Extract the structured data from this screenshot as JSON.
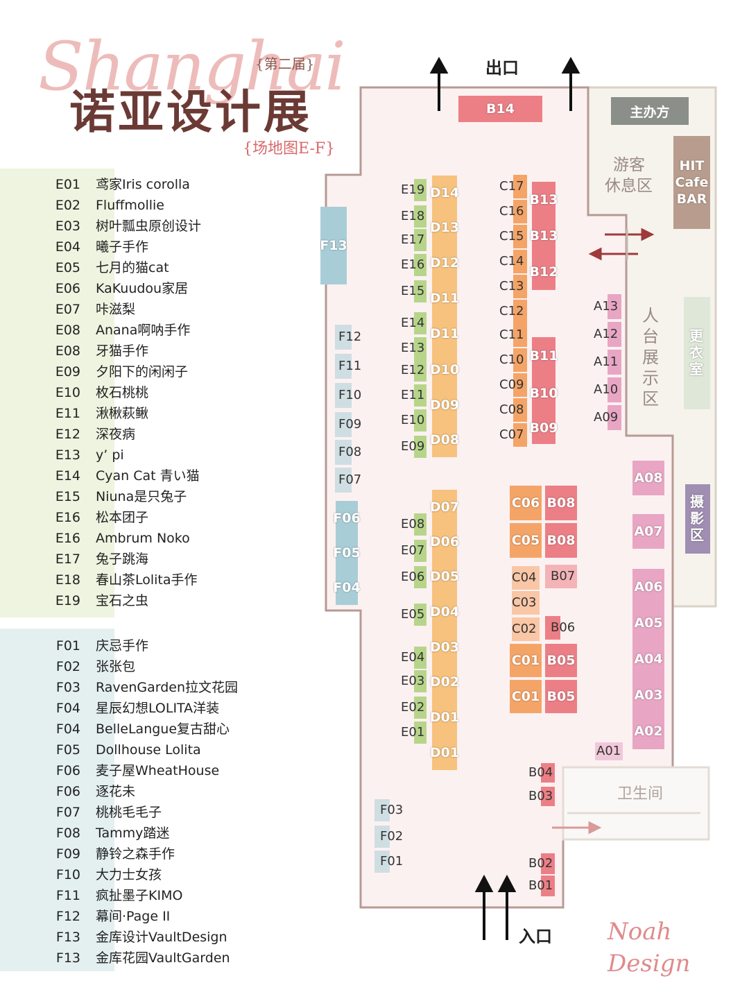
{
  "header": {
    "script_title": "Shanghai",
    "main_title": "诺亚设计展",
    "edition": "{第二届}",
    "subtitle": "{场地图E-F}"
  },
  "map": {
    "exit": "出口",
    "entrance": "入口",
    "organizer": "主办方",
    "lounge_1": "游客",
    "lounge_2": "休息区",
    "bar_1": "HIT",
    "bar_2": "Cafe",
    "bar_3": "BAR",
    "stage": "人台展示区",
    "fitting": "更衣室",
    "photo": "摄影区",
    "restroom": "卫生间"
  },
  "brand": {
    "logo_text": "Noah Design"
  },
  "legend_e": [
    {
      "code": "E01",
      "name": "鸢家Iris corolla"
    },
    {
      "code": "E02",
      "name": "Fluffmollie"
    },
    {
      "code": "E03",
      "name": "树叶瓢虫原创设计"
    },
    {
      "code": "E04",
      "name": "曦子手作"
    },
    {
      "code": "E05",
      "name": "七月的猫cat"
    },
    {
      "code": "E06",
      "name": "KaKuudou家居"
    },
    {
      "code": "E07",
      "name": "咔滋梨"
    },
    {
      "code": "E08",
      "name": "Anana啊呐手作"
    },
    {
      "code": "E08",
      "name": "牙猫手作"
    },
    {
      "code": "E09",
      "name": "夕阳下的闲闲子"
    },
    {
      "code": "E10",
      "name": "枚石桃桃"
    },
    {
      "code": "E11",
      "name": "湫楸萩鳅"
    },
    {
      "code": "E12",
      "name": "深夜病"
    },
    {
      "code": "E13",
      "name": "y’ pi"
    },
    {
      "code": "E14",
      "name": "Cyan Cat 青い猫"
    },
    {
      "code": "E15",
      "name": "Niuna是只兔子"
    },
    {
      "code": "E16",
      "name": "松本团子"
    },
    {
      "code": "E16",
      "name": "Ambrum Noko"
    },
    {
      "code": "E17",
      "name": "兔子跳海"
    },
    {
      "code": "E18",
      "name": "春山茶Lolita手作"
    },
    {
      "code": "E19",
      "name": "宝石之虫"
    }
  ],
  "legend_f": [
    {
      "code": "F01",
      "name": "庆忌手作"
    },
    {
      "code": "F02",
      "name": "张张包"
    },
    {
      "code": "F03",
      "name": "RavenGarden拉文花园"
    },
    {
      "code": "F04",
      "name": "星辰幻想LOLITA洋装"
    },
    {
      "code": "F04",
      "name": "BelleLangue复古甜心"
    },
    {
      "code": "F05",
      "name": "Dollhouse Lolita"
    },
    {
      "code": "F06",
      "name": "麦子屋WheatHouse"
    },
    {
      "code": "F06",
      "name": "逐花未"
    },
    {
      "code": "F07",
      "name": "桃桃毛毛子"
    },
    {
      "code": "F08",
      "name": "Tammy踏迷"
    },
    {
      "code": "F09",
      "name": "静铃之森手作"
    },
    {
      "code": "F10",
      "name": "大力士女孩"
    },
    {
      "code": "F11",
      "name": "疯扯墨子KIMO"
    },
    {
      "code": "F12",
      "name": "幕间·Page II"
    },
    {
      "code": "F13",
      "name": "金库设计VaultDesign"
    },
    {
      "code": "F13",
      "name": "金库花园VaultGarden"
    }
  ],
  "booth_labels": {
    "B14": "B14",
    "F13": "F13",
    "D14": "D14",
    "D13": "D13",
    "D12": "D12",
    "D11": "D11",
    "D11b": "D11",
    "D10": "D10",
    "D09": "D09",
    "D08": "D08",
    "D07": "D07",
    "D06": "D06",
    "D05": "D05",
    "D04": "D04",
    "D03": "D03",
    "D02": "D02",
    "D01": "D01",
    "D01b": "D01",
    "B13": "B13",
    "B13b": "B13",
    "B12": "B12",
    "B11": "B11",
    "B10": "B10",
    "B09": "B09",
    "C06": "C06",
    "C05": "C05",
    "C01": "C01",
    "C01b": "C01",
    "B08": "B08",
    "B08b": "B08",
    "B07": "B07",
    "B06": "B06",
    "B05": "B05",
    "B05b": "B05",
    "A08": "A08",
    "A07": "A07",
    "A06": "A06",
    "A05": "A05",
    "A04": "A04",
    "A03": "A03",
    "A02": "A02",
    "A13": "A13",
    "A12": "A12",
    "A11": "A11",
    "A10": "A10",
    "A09": "A09",
    "A01": "A01",
    "F12": "F12",
    "F11": "F11",
    "F10": "F10",
    "F09": "F09",
    "F08": "F08",
    "F07": "F07",
    "F06": "F06",
    "F05": "F05",
    "F04": "F04",
    "F03": "F03",
    "F02": "F02",
    "F01": "F01",
    "E19": "E19",
    "E18": "E18",
    "E17": "E17",
    "E16": "E16",
    "E15": "E15",
    "E14": "E14",
    "E13": "E13",
    "E12": "E12",
    "E11": "E11",
    "E10": "E10",
    "E09": "E09",
    "E08": "E08",
    "E07": "E07",
    "E06": "E06",
    "E05": "E05",
    "E04": "E04",
    "E03": "E03",
    "E02": "E02",
    "E01": "E01",
    "C17": "C17",
    "C16": "C16",
    "C15": "C15",
    "C14": "C14",
    "C13": "C13",
    "C12": "C12",
    "C11": "C11",
    "C10": "C10",
    "C09": "C09",
    "C08": "C08",
    "C07": "C07",
    "C04": "C04",
    "C03": "C03",
    "C02": "C02",
    "B04": "B04",
    "B03": "B03",
    "B02": "B02",
    "B01": "B01"
  },
  "colors": {
    "floor": "#fcf1f1",
    "wall": "#b69a95",
    "d_booth": "#f7c27e",
    "b_booth": "#ec7f86",
    "c_booth": "#f5a467",
    "a_booth": "#e8a6c4",
    "e_booth": "#b7d58a",
    "f_booth": "#a9cdd6",
    "organizer": "#8a8f89",
    "bar": "#b89c8d",
    "fitting": "#dfe8d8",
    "photo": "#a08eb3"
  }
}
